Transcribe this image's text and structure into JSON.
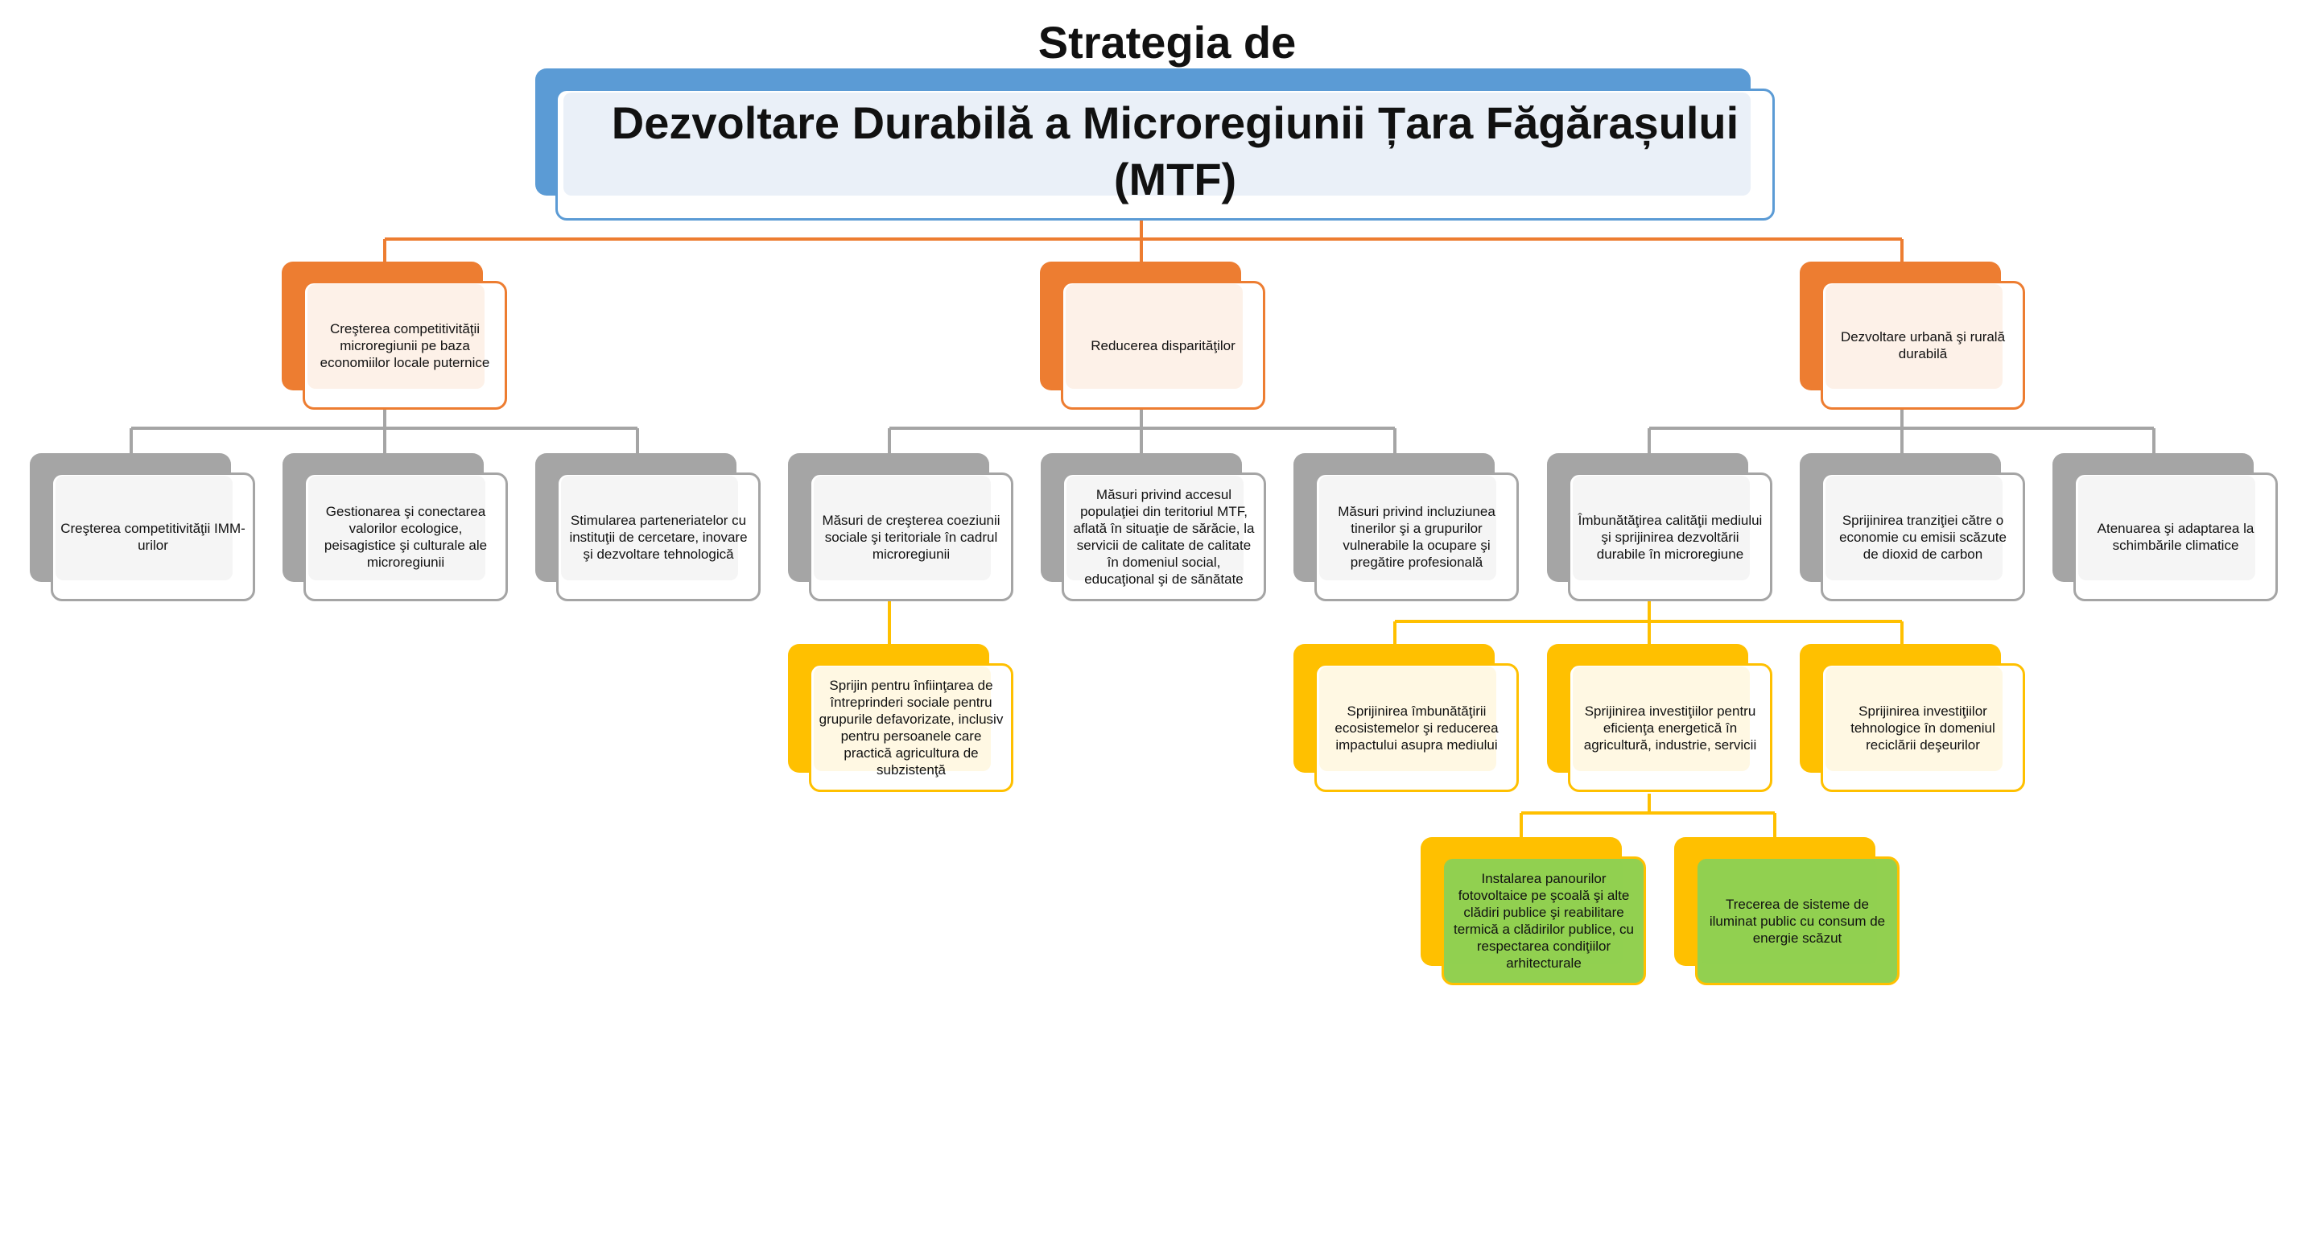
{
  "title": {
    "line1": "Strategia de",
    "line2": "Dezvoltare Durabilă a Microregiunii Țara Făgărașului",
    "line3": "(MTF)"
  },
  "colors": {
    "blue": "#5b9bd5",
    "orange": "#ed7d31",
    "gray": "#a5a5a5",
    "yellow": "#ffc000",
    "green": "#92d050"
  },
  "level1": [
    "Creşterea competitivităţii microregiunii pe baza economiilor locale puternice",
    "Reducerea disparităţilor",
    "Dezvoltare urbană şi  rurală durabilă"
  ],
  "level2": [
    "Creşterea competitivităţii IMM-urilor",
    "Gestionarea şi conectarea valorilor ecologice, peisagistice şi culturale ale microregiunii",
    "Stimularea parteneriatelor cu instituţii de cercetare, inovare şi dezvoltare tehnologică",
    "Măsuri de creşterea coeziunii sociale şi teritoriale în cadrul microregiunii",
    "Măsuri privind accesul populaţiei din teritoriul MTF, aflată în situaţie de sărăcie, la servicii de calitate  de calitate în domeniul social, educaţional şi de sănătate",
    "Măsuri privind incluziunea tinerilor şi a grupurilor vulnerabile la ocupare şi pregătire profesională",
    "Îmbunătăţirea calităţii mediului şi sprijinirea dezvoltării durabile în microregiune",
    "Sprijinirea tranziţiei către o economie cu emisii scăzute de dioxid de carbon",
    "Atenuarea şi adaptarea la schimbările climatice"
  ],
  "level3": [
    "Sprijin pentru  înfiinţarea de întreprinderi sociale pentru grupurile defavorizate, inclusiv pentru persoanele care practică agricultura de subzistenţă",
    "Sprijinirea îmbunătăţirii ecosistemelor şi reducerea impactului asupra mediului",
    "Sprijinirea investiţiilor pentru eficienţa energetică în agricultură, industrie, servicii",
    "Sprijinirea investiţiilor tehnologice în domeniul reciclării deşeurilor"
  ],
  "level4": [
    "Instalarea panourilor fotovoltaice pe şcoală şi alte clădiri publice şi reabilitare termică a clădirilor publice, cu respectarea condiţiilor arhitecturale",
    "Trecerea de sisteme de iluminat public cu consum de energie scăzut"
  ]
}
